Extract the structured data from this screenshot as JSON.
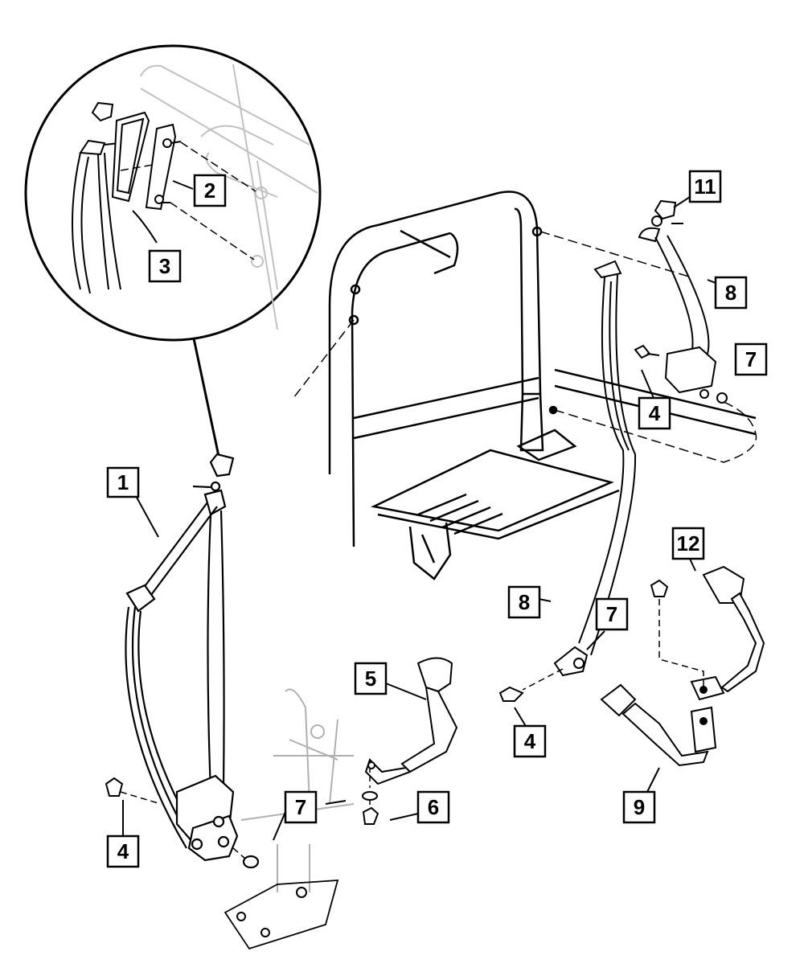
{
  "diagram": {
    "callouts": [
      {
        "id": "c1",
        "label": "1"
      },
      {
        "id": "c2",
        "label": "2"
      },
      {
        "id": "c3",
        "label": "3"
      },
      {
        "id": "c4a",
        "label": "4"
      },
      {
        "id": "c4b",
        "label": "4"
      },
      {
        "id": "c4c",
        "label": "4"
      },
      {
        "id": "c5",
        "label": "5"
      },
      {
        "id": "c6",
        "label": "6"
      },
      {
        "id": "c7a",
        "label": "7"
      },
      {
        "id": "c7b",
        "label": "7"
      },
      {
        "id": "c7c",
        "label": "7"
      },
      {
        "id": "c8a",
        "label": "8"
      },
      {
        "id": "c8b",
        "label": "8"
      },
      {
        "id": "c9",
        "label": "9"
      },
      {
        "id": "c11",
        "label": "11"
      },
      {
        "id": "c12",
        "label": "12"
      }
    ],
    "colors": {
      "line": "#000000",
      "light_line": "#b8b8b8",
      "background": "#ffffff"
    }
  }
}
